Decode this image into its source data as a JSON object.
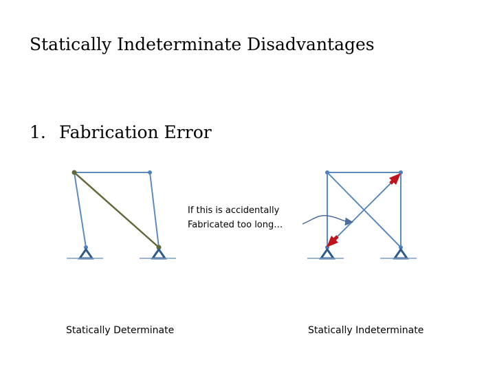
{
  "slide": {
    "title": "Statically Indeterminate Disadvantages",
    "point_number": "1.",
    "point_text": "Fabrication Error"
  },
  "annotation": {
    "line1": "If this is accidentally",
    "line2": "Fabricated too long…"
  },
  "captions": {
    "left": "Statically Determinate",
    "right": "Statically Indeterminate"
  },
  "colors": {
    "member": "#5b8bbd",
    "diagonal": "#5e6a3a",
    "joint": "#4f81bd",
    "support": "#2d5a8a",
    "arrow": "#c0141c",
    "ground": "#7a9cc4"
  }
}
